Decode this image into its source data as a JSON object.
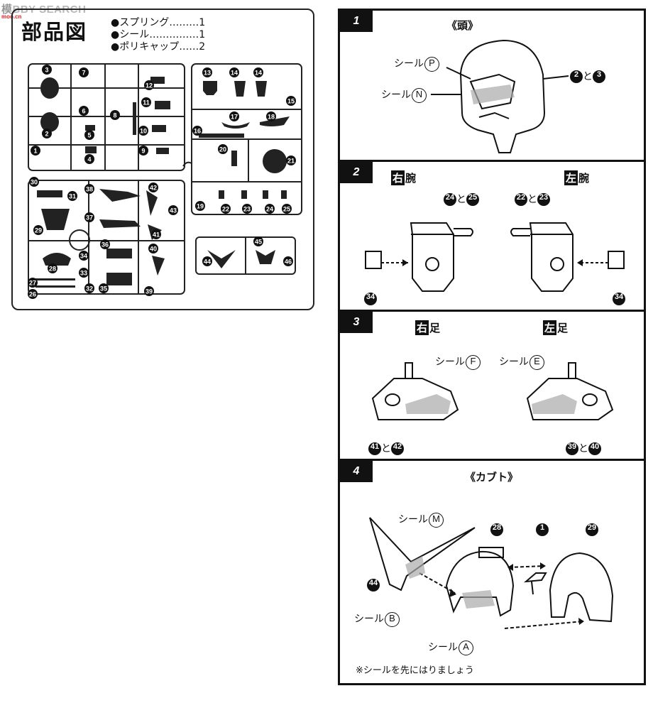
{
  "watermark": {
    "part1": "模",
    "part2": "BBY SEARCH",
    "sub": "moo.cn"
  },
  "parts": {
    "title": "部品図",
    "contents": [
      "●スプリング………1",
      "●シール……………1",
      "●ポリキャップ……2"
    ],
    "runner_a": [
      "3",
      "7",
      "12",
      "11",
      "8",
      "6",
      "5",
      "10",
      "2",
      "9",
      "1",
      "4"
    ],
    "runner_b": [
      "13",
      "14",
      "14",
      "15",
      "17",
      "18",
      "16",
      "20",
      "21",
      "19",
      "22",
      "23",
      "24",
      "25"
    ],
    "runner_c": [
      "30",
      "31",
      "38",
      "42",
      "29",
      "37",
      "43",
      "41",
      "36",
      "40",
      "34",
      "28",
      "33",
      "32",
      "35",
      "39",
      "27",
      "26"
    ],
    "runner_d": [
      "44",
      "45",
      "46"
    ]
  },
  "steps": [
    {
      "num": "1",
      "title": "《頭》",
      "seal_prefix": "シール",
      "seal_p": "P",
      "seal_n": "N",
      "parts_a": "2",
      "to": "と",
      "parts_b": "3"
    },
    {
      "num": "2",
      "right_k": "右",
      "right_t": "腕",
      "left_k": "左",
      "left_t": "腕",
      "right_a": "24",
      "right_b": "25",
      "left_a": "22",
      "left_b": "23",
      "to": "と",
      "cap_l": "34",
      "cap_r": "34"
    },
    {
      "num": "3",
      "right_k": "右",
      "right_t": "足",
      "left_k": "左",
      "left_t": "足",
      "seal_prefix": "シール",
      "seal_f": "F",
      "seal_e": "E",
      "to": "と",
      "right_a": "41",
      "right_b": "42",
      "left_a": "39",
      "left_b": "40"
    },
    {
      "num": "4",
      "title": "《カブト》",
      "seal_prefix": "シール",
      "seal_m": "M",
      "seal_b": "B",
      "seal_a": "A",
      "p44": "44",
      "p28": "28",
      "p1": "1",
      "p29": "29",
      "note": "※シールを先にはりましょう"
    }
  ]
}
